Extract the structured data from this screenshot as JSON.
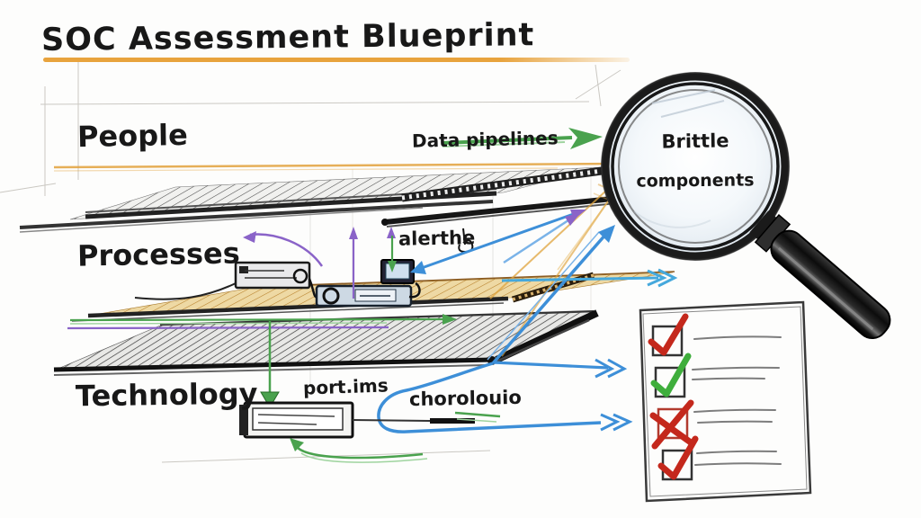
{
  "title": {
    "text": "SOC Assessment Blueprint"
  },
  "layers": {
    "people": "People",
    "processes": "Processes",
    "technology": "Technology"
  },
  "labels": {
    "data_pipelines": "Data pipelines",
    "alert": "alerthe",
    "ports": "port.ims",
    "chrono": "chorolouio"
  },
  "magnifier": {
    "line1": "Brittle",
    "line2": "components"
  },
  "checklist": {
    "items": [
      {
        "mark": "check",
        "color": "#C4281C"
      },
      {
        "mark": "check",
        "color": "#3FAE3C"
      },
      {
        "mark": "cross",
        "color": "#C4281C"
      },
      {
        "mark": "check",
        "color": "#C4281C"
      }
    ]
  },
  "colors": {
    "underline": "#E8A33D",
    "orange": "#E2A23C",
    "green": "#4AA24E",
    "green_light": "#9FD49F",
    "blue": "#3D8FD8",
    "blue_light": "#7AB3E8",
    "cyan": "#45A8DC",
    "purple": "#8A63C8",
    "ink": "#1B1B1B"
  }
}
